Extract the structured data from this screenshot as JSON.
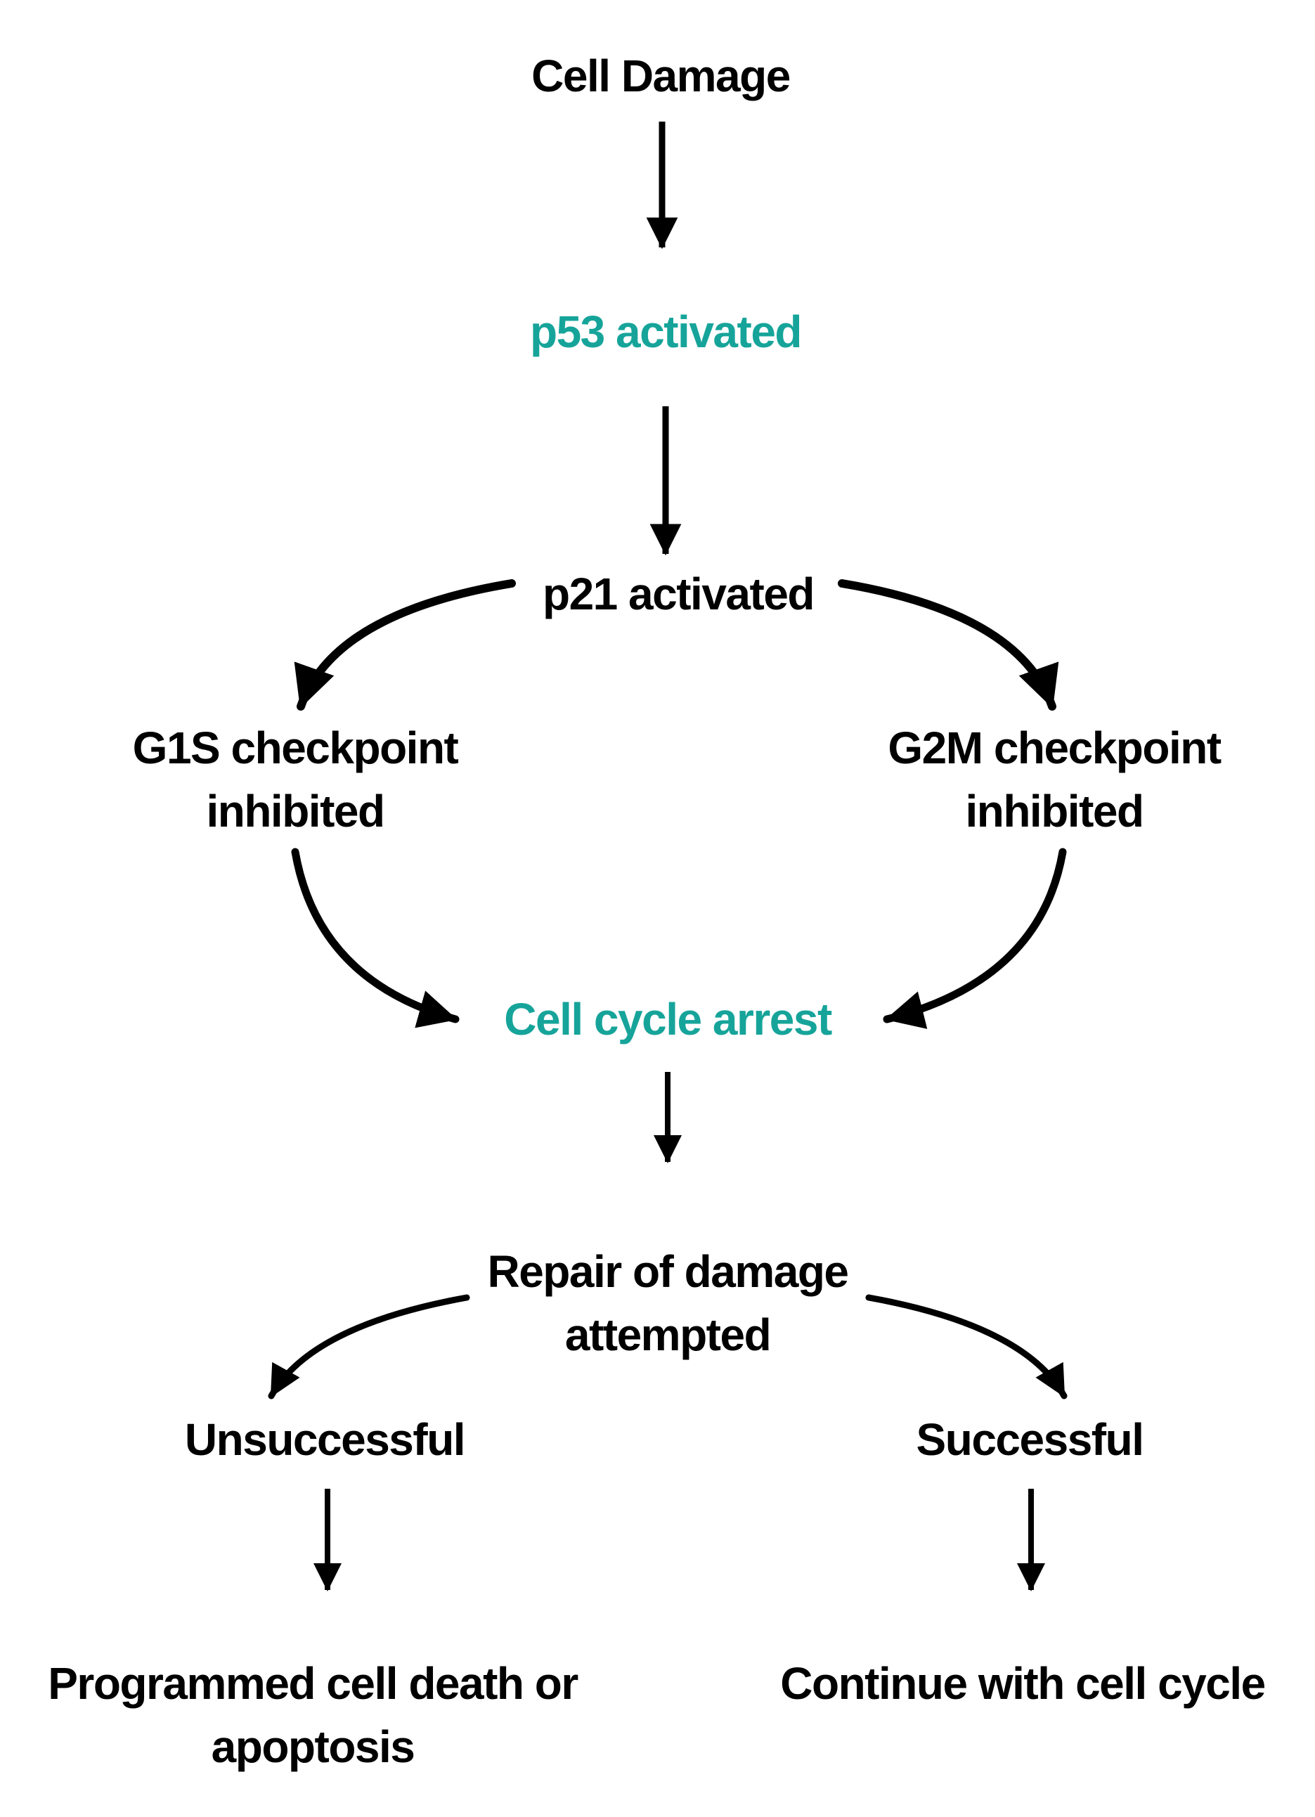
{
  "colors": {
    "background": "#ffffff",
    "text": "#000000",
    "accent_teal": "#16A49A"
  },
  "nodes": {
    "cell_damage": {
      "label": "Cell Damage"
    },
    "p53_activated": {
      "label": "p53 activated"
    },
    "p21_activated": {
      "label": "p21 activated"
    },
    "g1s_checkpoint": {
      "line1": "G1S checkpoint",
      "line2": "inhibited"
    },
    "g2m_checkpoint": {
      "line1": "G2M checkpoint",
      "line2": "inhibited"
    },
    "cell_cycle_arrest": {
      "label": "Cell cycle arrest"
    },
    "repair": {
      "line1": "Repair of damage",
      "line2": "attempted"
    },
    "unsuccessful": {
      "label": "Unsuccessful"
    },
    "successful": {
      "label": "Successful"
    },
    "programmed_death": {
      "line1": "Programmed cell death or",
      "line2": "apoptosis"
    },
    "continue_cycle": {
      "label": "Continue with cell cycle"
    }
  }
}
